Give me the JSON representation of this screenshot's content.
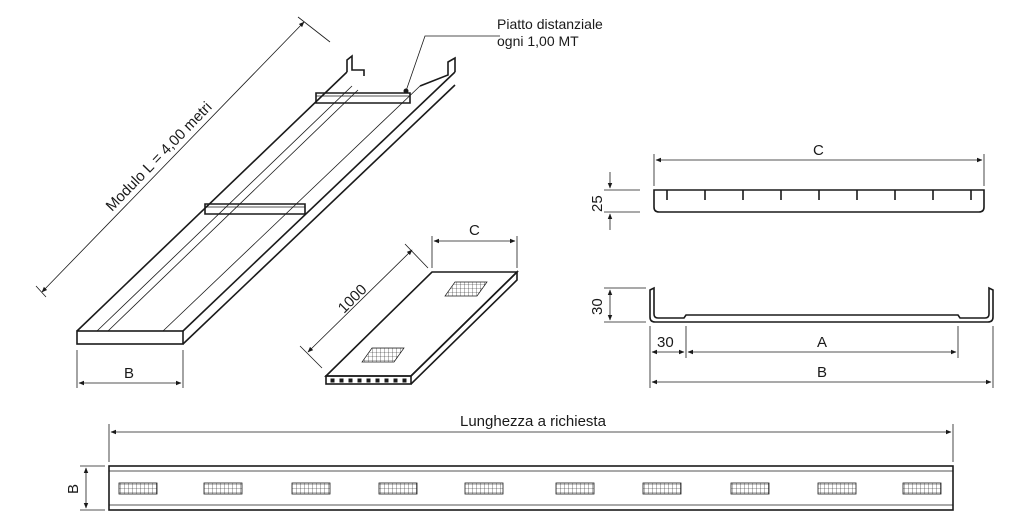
{
  "labels": {
    "spacer_note_line1": "Piatto distanziale",
    "spacer_note_line2": "ogni 1,00 MT",
    "module_length": "Modulo L = 4,00 metri",
    "width_b": "B",
    "cover_length": "1000",
    "cover_width_c": "C",
    "side_c": "C",
    "side_height": "25",
    "section_height": "30",
    "section_lip": "30",
    "section_a": "A",
    "section_b": "B",
    "length_on_request": "Lunghezza a richiesta",
    "bottom_b": "B"
  },
  "colors": {
    "line": "#1a1a1a",
    "background": "#ffffff"
  }
}
